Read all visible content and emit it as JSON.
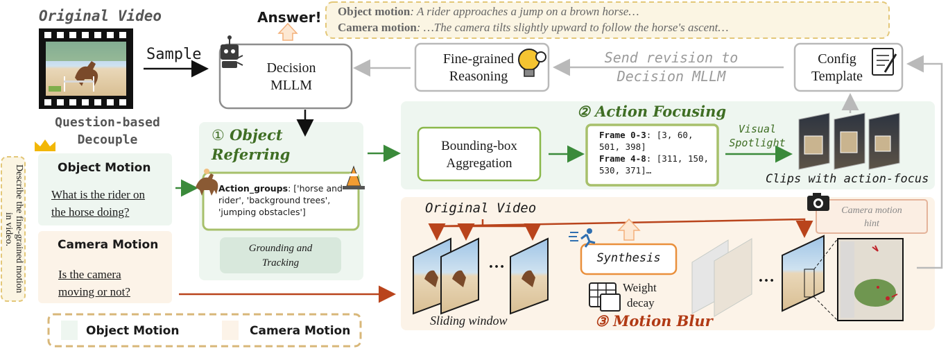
{
  "header": {
    "original_video": "Original Video",
    "sample": "Sample",
    "answer": "Answer!",
    "question_decouple": [
      "Question-based",
      "Decouple"
    ]
  },
  "answer_box": {
    "object_label": "Object motion",
    "object_text": ": A rider approaches a jump on a brown horse…",
    "camera_label": "Camera motion",
    "camera_text": ": …The camera tilts slightly upward to follow the horse's ascent…"
  },
  "decision": {
    "line1": "Decision",
    "line2": "MLLM"
  },
  "reasoning": {
    "line1": "Fine-grained",
    "line2": "Reasoning"
  },
  "send_revision": {
    "line1": "Send revision to",
    "line2": "Decision MLLM"
  },
  "config": {
    "line1": "Config",
    "line2": "Template"
  },
  "side_instruction": "Describe the fine-grained motion in video.",
  "questions": {
    "object_title": "Object Motion",
    "object_question": [
      "What is the rider on",
      "the horse doing?"
    ],
    "camera_title": "Camera Motion",
    "camera_question": [
      "Is the camera",
      "moving or not?"
    ]
  },
  "object_referring": {
    "title_num": "①",
    "title_1": "Object",
    "title_2": "Referring",
    "groups_label": "Action_groups",
    "groups_text": ": ['horse and rider', 'background trees', 'jumping obstacles']",
    "grounding": [
      "Grounding and",
      "Tracking"
    ]
  },
  "action_focusing": {
    "title": "② Action Focusing",
    "bbox_agg": [
      "Bounding-box",
      "Aggregation"
    ],
    "frame1_label": "Frame 0-3",
    "frame1_text": ": [3, 60, 501, 398]",
    "frame2_label": "Frame 4-8",
    "frame2_text": ": [311, 150, 530, 371]…",
    "visual_spotlight": [
      "Visual",
      "Spotlight"
    ],
    "clips_caption": "Clips with action-focus"
  },
  "motion_blur": {
    "original_video": "Original Video",
    "camera_hint": [
      "Camera motion",
      "hint"
    ],
    "synthesis": "Synthesis",
    "weight_decay": [
      "Weight",
      "decay"
    ],
    "sliding_window": "Sliding window",
    "title": "③ Motion Blur",
    "ellipsis": "…"
  },
  "legend": {
    "object": "Object Motion",
    "camera": "Camera Motion"
  },
  "colors": {
    "green_panel": "#eef6f0",
    "orange_panel": "#fcf3e8",
    "green_border": "#8ab84a",
    "orange_border": "#e98f3b",
    "green_arrow": "#3a8a3a",
    "red_arrow": "#b9441c",
    "gray": "#b9b9b9"
  }
}
